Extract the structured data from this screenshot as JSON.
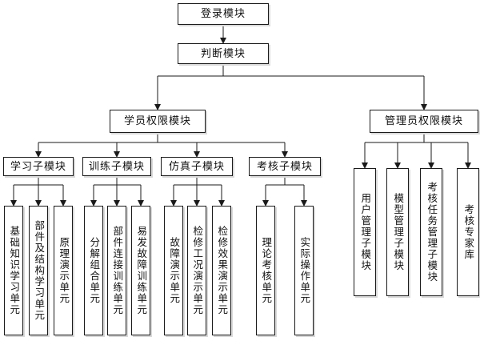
{
  "diagram": {
    "login": "登录模块",
    "judge": "判断模块",
    "student": "学员权限模块",
    "admin": "管理员权限模块",
    "student_subs": {
      "learn": "学习子模块",
      "train": "训练子模块",
      "sim": "仿真子模块",
      "exam": "考核子模块"
    },
    "learn_units": [
      "基础知识学习单元",
      "部件及结构学习单元",
      "原理演示单元"
    ],
    "train_units": [
      "分解组合单元",
      "部件连接训练单元",
      "易发故障训练单元"
    ],
    "sim_units": [
      "故障演示单元",
      "检修工况演示单元",
      "检修效果演示单元"
    ],
    "exam_units": [
      "理论考核单元",
      "实际操作单元"
    ],
    "admin_units": [
      "用户管理子模块",
      "模型管理子模块",
      "考核任务管理子模块",
      "考核专家库"
    ]
  }
}
